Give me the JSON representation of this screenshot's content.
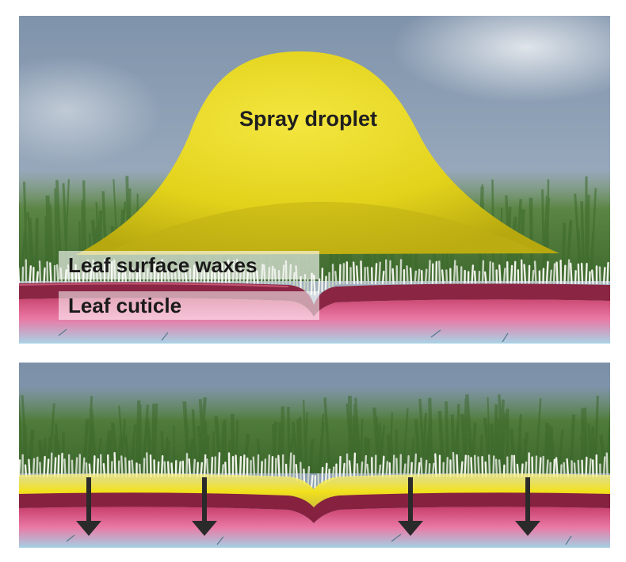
{
  "top_panel": {
    "droplet_label": "Spray droplet",
    "waxes_label": "Leaf surface waxes",
    "cuticle_label": "Leaf cuticle"
  },
  "bottom_panel": {
    "arrow_count": 4
  },
  "colors": {
    "sky": "#8fa2b8",
    "grass": "#4f7a3a",
    "droplet": "#e9d91e",
    "cuticle": "#8e2b46",
    "tissue": "#e8709e",
    "base": "#9cc9de",
    "arrow": "#2a2a2a"
  }
}
